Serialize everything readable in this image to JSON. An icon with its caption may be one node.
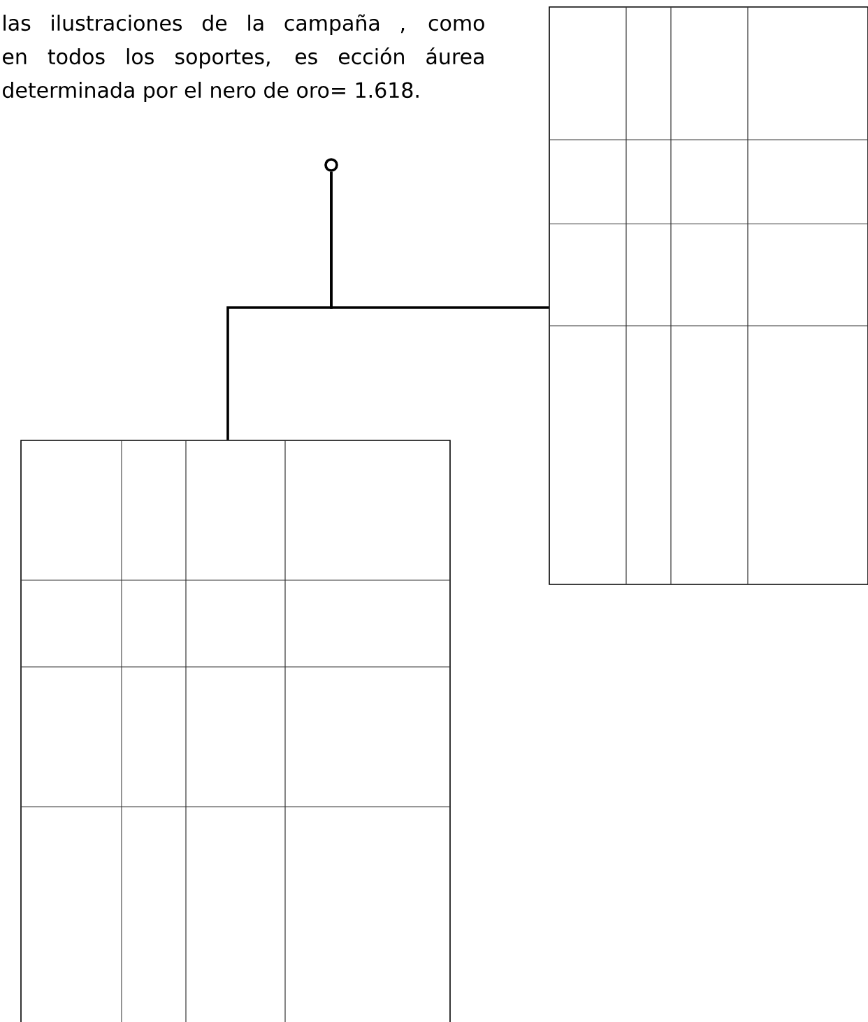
{
  "diagram": {
    "nodes": [
      {
        "text": [
          "las ilustraciones de la campaña , como en todos los soportes, es ección áurea determinada por el nero de oro= 1.618."
        ]
      },
      {
        "text": [],
        "shape": "circle"
      },
      {
        "text": [],
        "shape": "box"
      },
      {
        "text": [],
        "shape": "box"
      }
    ],
    "edges": [
      {
        "from": 1,
        "to": 2,
        "arrow": "none"
      },
      {
        "from": 1,
        "to": 3,
        "arrow": "none"
      }
    ]
  }
}
